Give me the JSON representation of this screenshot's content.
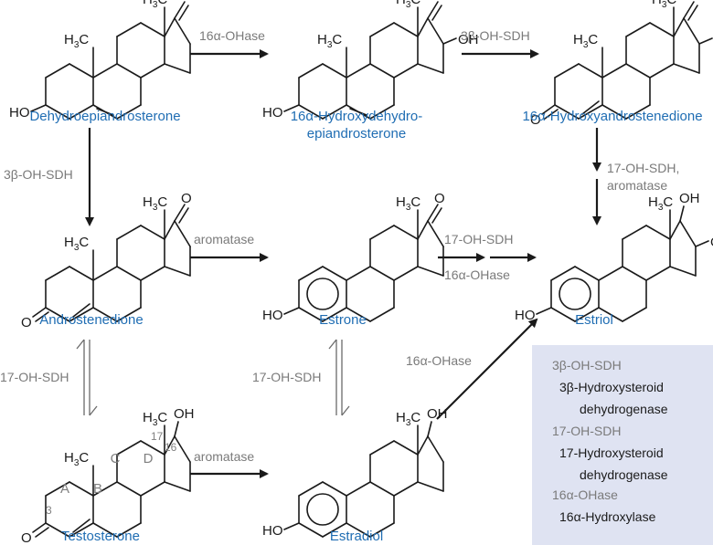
{
  "compounds": {
    "dhea": {
      "name": "Dehydroepiandrosterone"
    },
    "oh_dhea": {
      "name_line1": "16α-Hydroxydehydro-",
      "name_line2": "epiandrosterone"
    },
    "oh_andro": {
      "name": "16α-Hydroxyandrostenedione"
    },
    "androstenedione": {
      "name": "Androstenedione"
    },
    "estrone": {
      "name": "Estrone"
    },
    "estriol": {
      "name": "Estriol"
    },
    "testosterone": {
      "name": "Testosterone"
    },
    "estradiol": {
      "name": "Estradiol"
    }
  },
  "atoms": {
    "methyl_h": "H",
    "methyl_sub": "3",
    "methyl_c": "C",
    "oxygen": "O",
    "hydroxyl": "OH",
    "hydroxyl_left": "HO"
  },
  "reactions": {
    "dhea_to_ohdhea": "16α-OHase",
    "ohdhea_to_ohandro": "3β-OH-SDH",
    "dhea_to_andro": "3β-OH-SDH",
    "ohandro_to_estriol_line1": "17-OH-SDH,",
    "ohandro_to_estriol_line2": "aromatase",
    "andro_to_estrone": "aromatase",
    "estrone_to_estriol_top": "17-OH-SDH",
    "estrone_to_estriol_bottom": "16α-OHase",
    "andro_testo": "17-OH-SDH",
    "estrone_estradiol": "17-OH-SDH",
    "testo_to_estradiol": "aromatase",
    "estradiol_to_estriol": "16α-OHase"
  },
  "testosterone_labels": {
    "rings": [
      "A",
      "B",
      "C",
      "D"
    ],
    "positions": [
      "3",
      "16",
      "17"
    ]
  },
  "legend": {
    "entries": [
      {
        "abbr": "3β-OH-SDH",
        "full_line1": "3β-Hydroxysteroid",
        "full_line2": "dehydrogenase"
      },
      {
        "abbr": "17-OH-SDH",
        "full_line1": "17-Hydroxysteroid",
        "full_line2": "dehydrogenase"
      },
      {
        "abbr": "16α-OHase",
        "full_line1": "16α-Hydroxylase"
      }
    ]
  },
  "colors": {
    "compound_name": "#1f6db3",
    "enzyme_label": "#7a7a7a",
    "legend_bg": "#dfe3f2",
    "bond": "#1a1a1a"
  }
}
